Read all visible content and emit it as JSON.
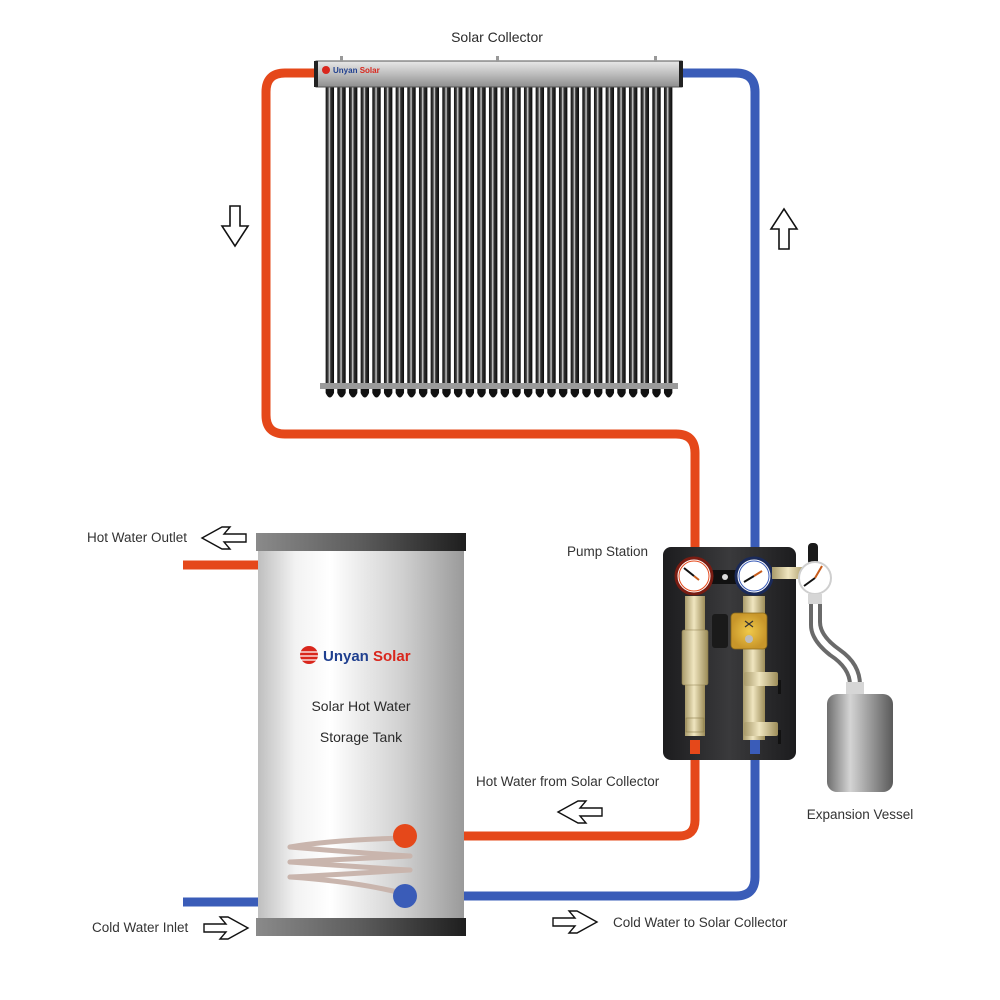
{
  "title": "Solar Hot Water System Diagram",
  "labels": {
    "solar_collector": "Solar Collector",
    "pump_station": "Pump Station",
    "hot_water_outlet": "Hot Water Outlet",
    "tank_line1": "Solar Hot Water",
    "tank_line2": "Storage Tank",
    "hot_from_collector": "Hot Water from Solar Collector",
    "expansion_vessel": "Expansion Vessel",
    "cold_water_inlet": "Cold Water Inlet",
    "cold_to_collector": "Cold Water to Solar Collector"
  },
  "brand": {
    "name_part1": "Unyan",
    "name_part2": "Solar"
  },
  "colors": {
    "hot_pipe": "#e5481a",
    "cold_pipe": "#3a5cb8",
    "brand_blue": "#1f3f8f",
    "brand_red": "#d9261c",
    "pump_panel": "#2a2a2c"
  },
  "collector": {
    "tube_count": 30
  },
  "icons": {
    "flow_down": "arrow-down-icon",
    "flow_up": "arrow-up-icon",
    "flow_left": "arrow-left-icon",
    "flow_right": "arrow-right-icon"
  }
}
